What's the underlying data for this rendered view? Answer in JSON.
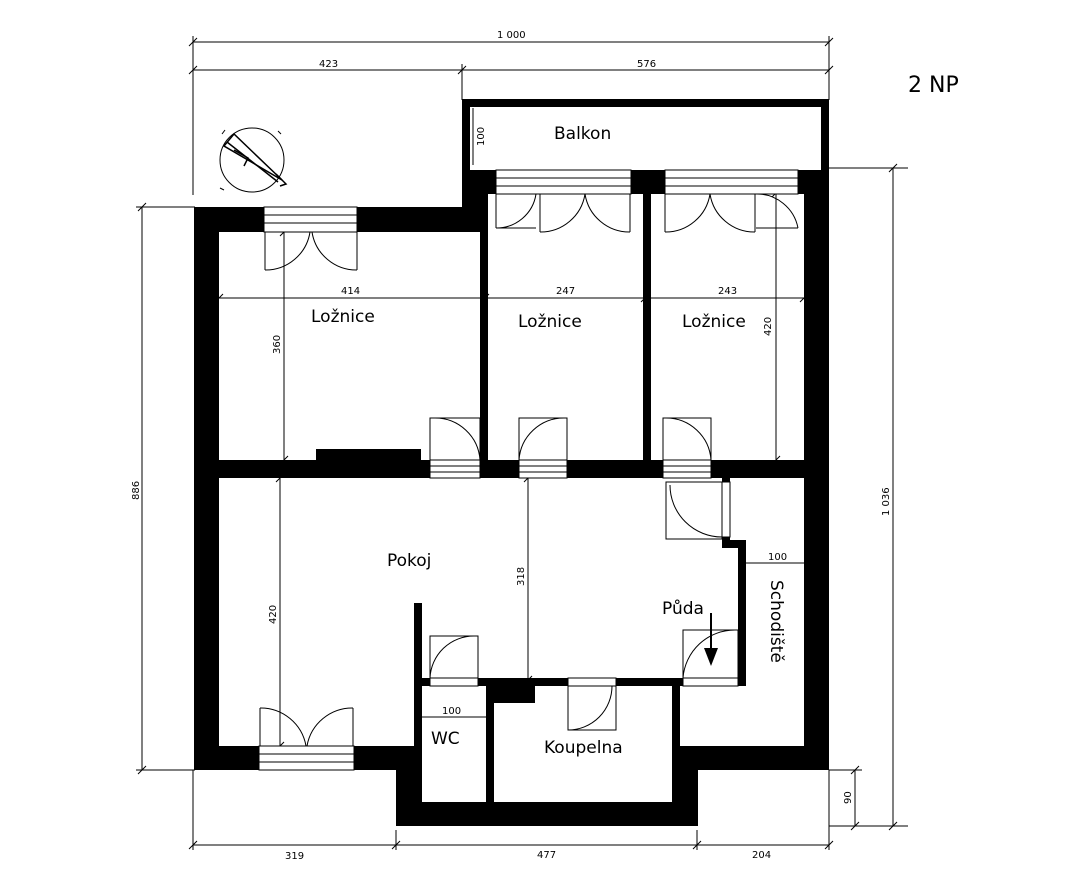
{
  "floor_label": "2 NP",
  "rooms": {
    "balkon": "Balkon",
    "loznice_left": "Ložnice",
    "loznice_mid": "Ložnice",
    "loznice_right": "Ložnice",
    "pokoj": "Pokoj",
    "puda": "Půda",
    "schodiste": "Schodiště",
    "wc": "WC",
    "koupelna": "Koupelna"
  },
  "dimensions": {
    "top_total": "1 000",
    "top_left": "423",
    "top_right": "576",
    "balkon_depth": "100",
    "loznice_left_width": "414",
    "loznice_mid_width": "247",
    "loznice_right_width": "243",
    "loznice_left_depth": "360",
    "loznice_right_depth": "420",
    "left_total": "886",
    "right_total": "1 036",
    "pokoj_depth": "420",
    "puda_depth": "318",
    "schodiste_width": "100",
    "wc_width": "100",
    "bottom_left": "319",
    "bottom_mid": "477",
    "bottom_right": "204",
    "bottom_step": "90"
  }
}
